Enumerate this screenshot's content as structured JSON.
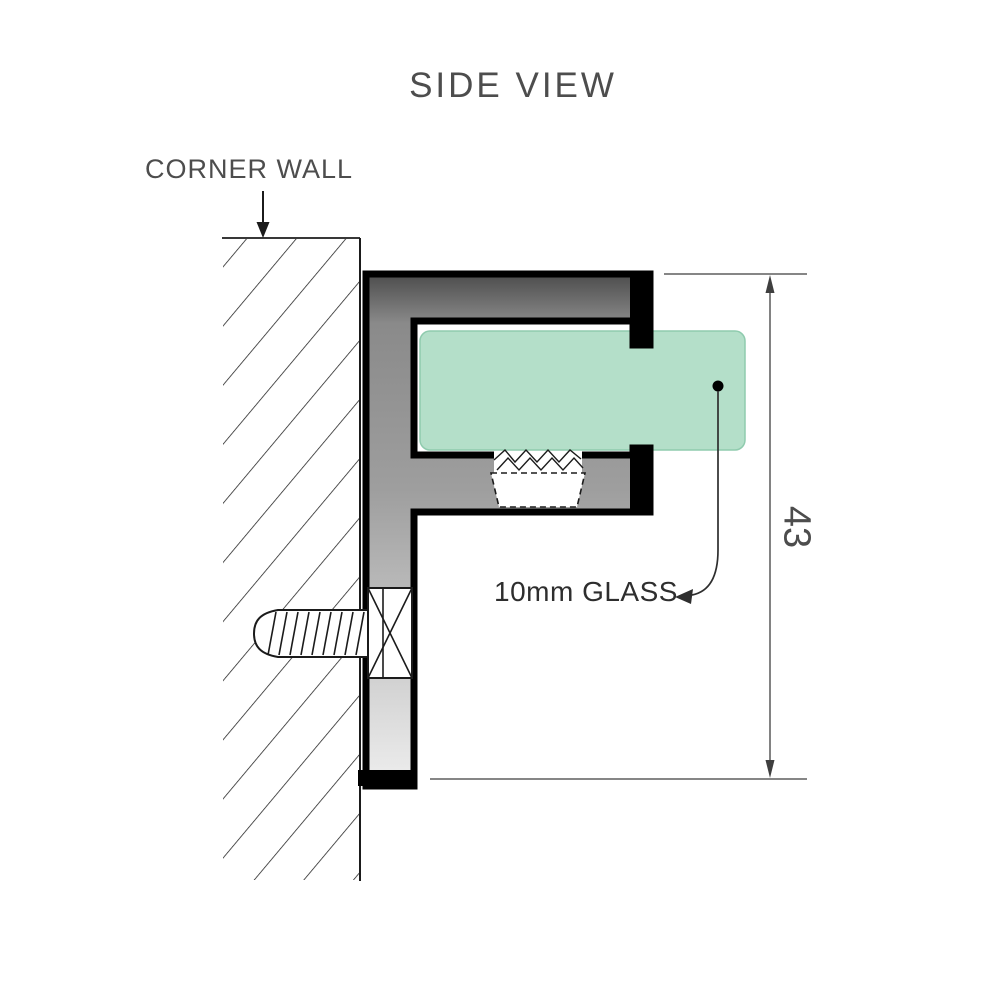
{
  "diagram": {
    "title": "SIDE VIEW",
    "wall_label": "CORNER WALL",
    "glass_label": "10mm GLASS",
    "dimension_value": "43",
    "colors": {
      "background": "#ffffff",
      "label_gray": "#4d4d4d",
      "label_dark": "#2e2e2e",
      "line": "#1b1b1b",
      "outline": "#000000",
      "dim_line": "#3f3f3f",
      "metal_dark": "#4a4a4a",
      "metal_mid1": "#8a8a8a",
      "metal_mid2": "#9e9e9e",
      "metal_light": "#efefef",
      "glass_fill": "#b4dfc9",
      "glass_edge": "#8fcbae",
      "white": "#ffffff"
    }
  }
}
